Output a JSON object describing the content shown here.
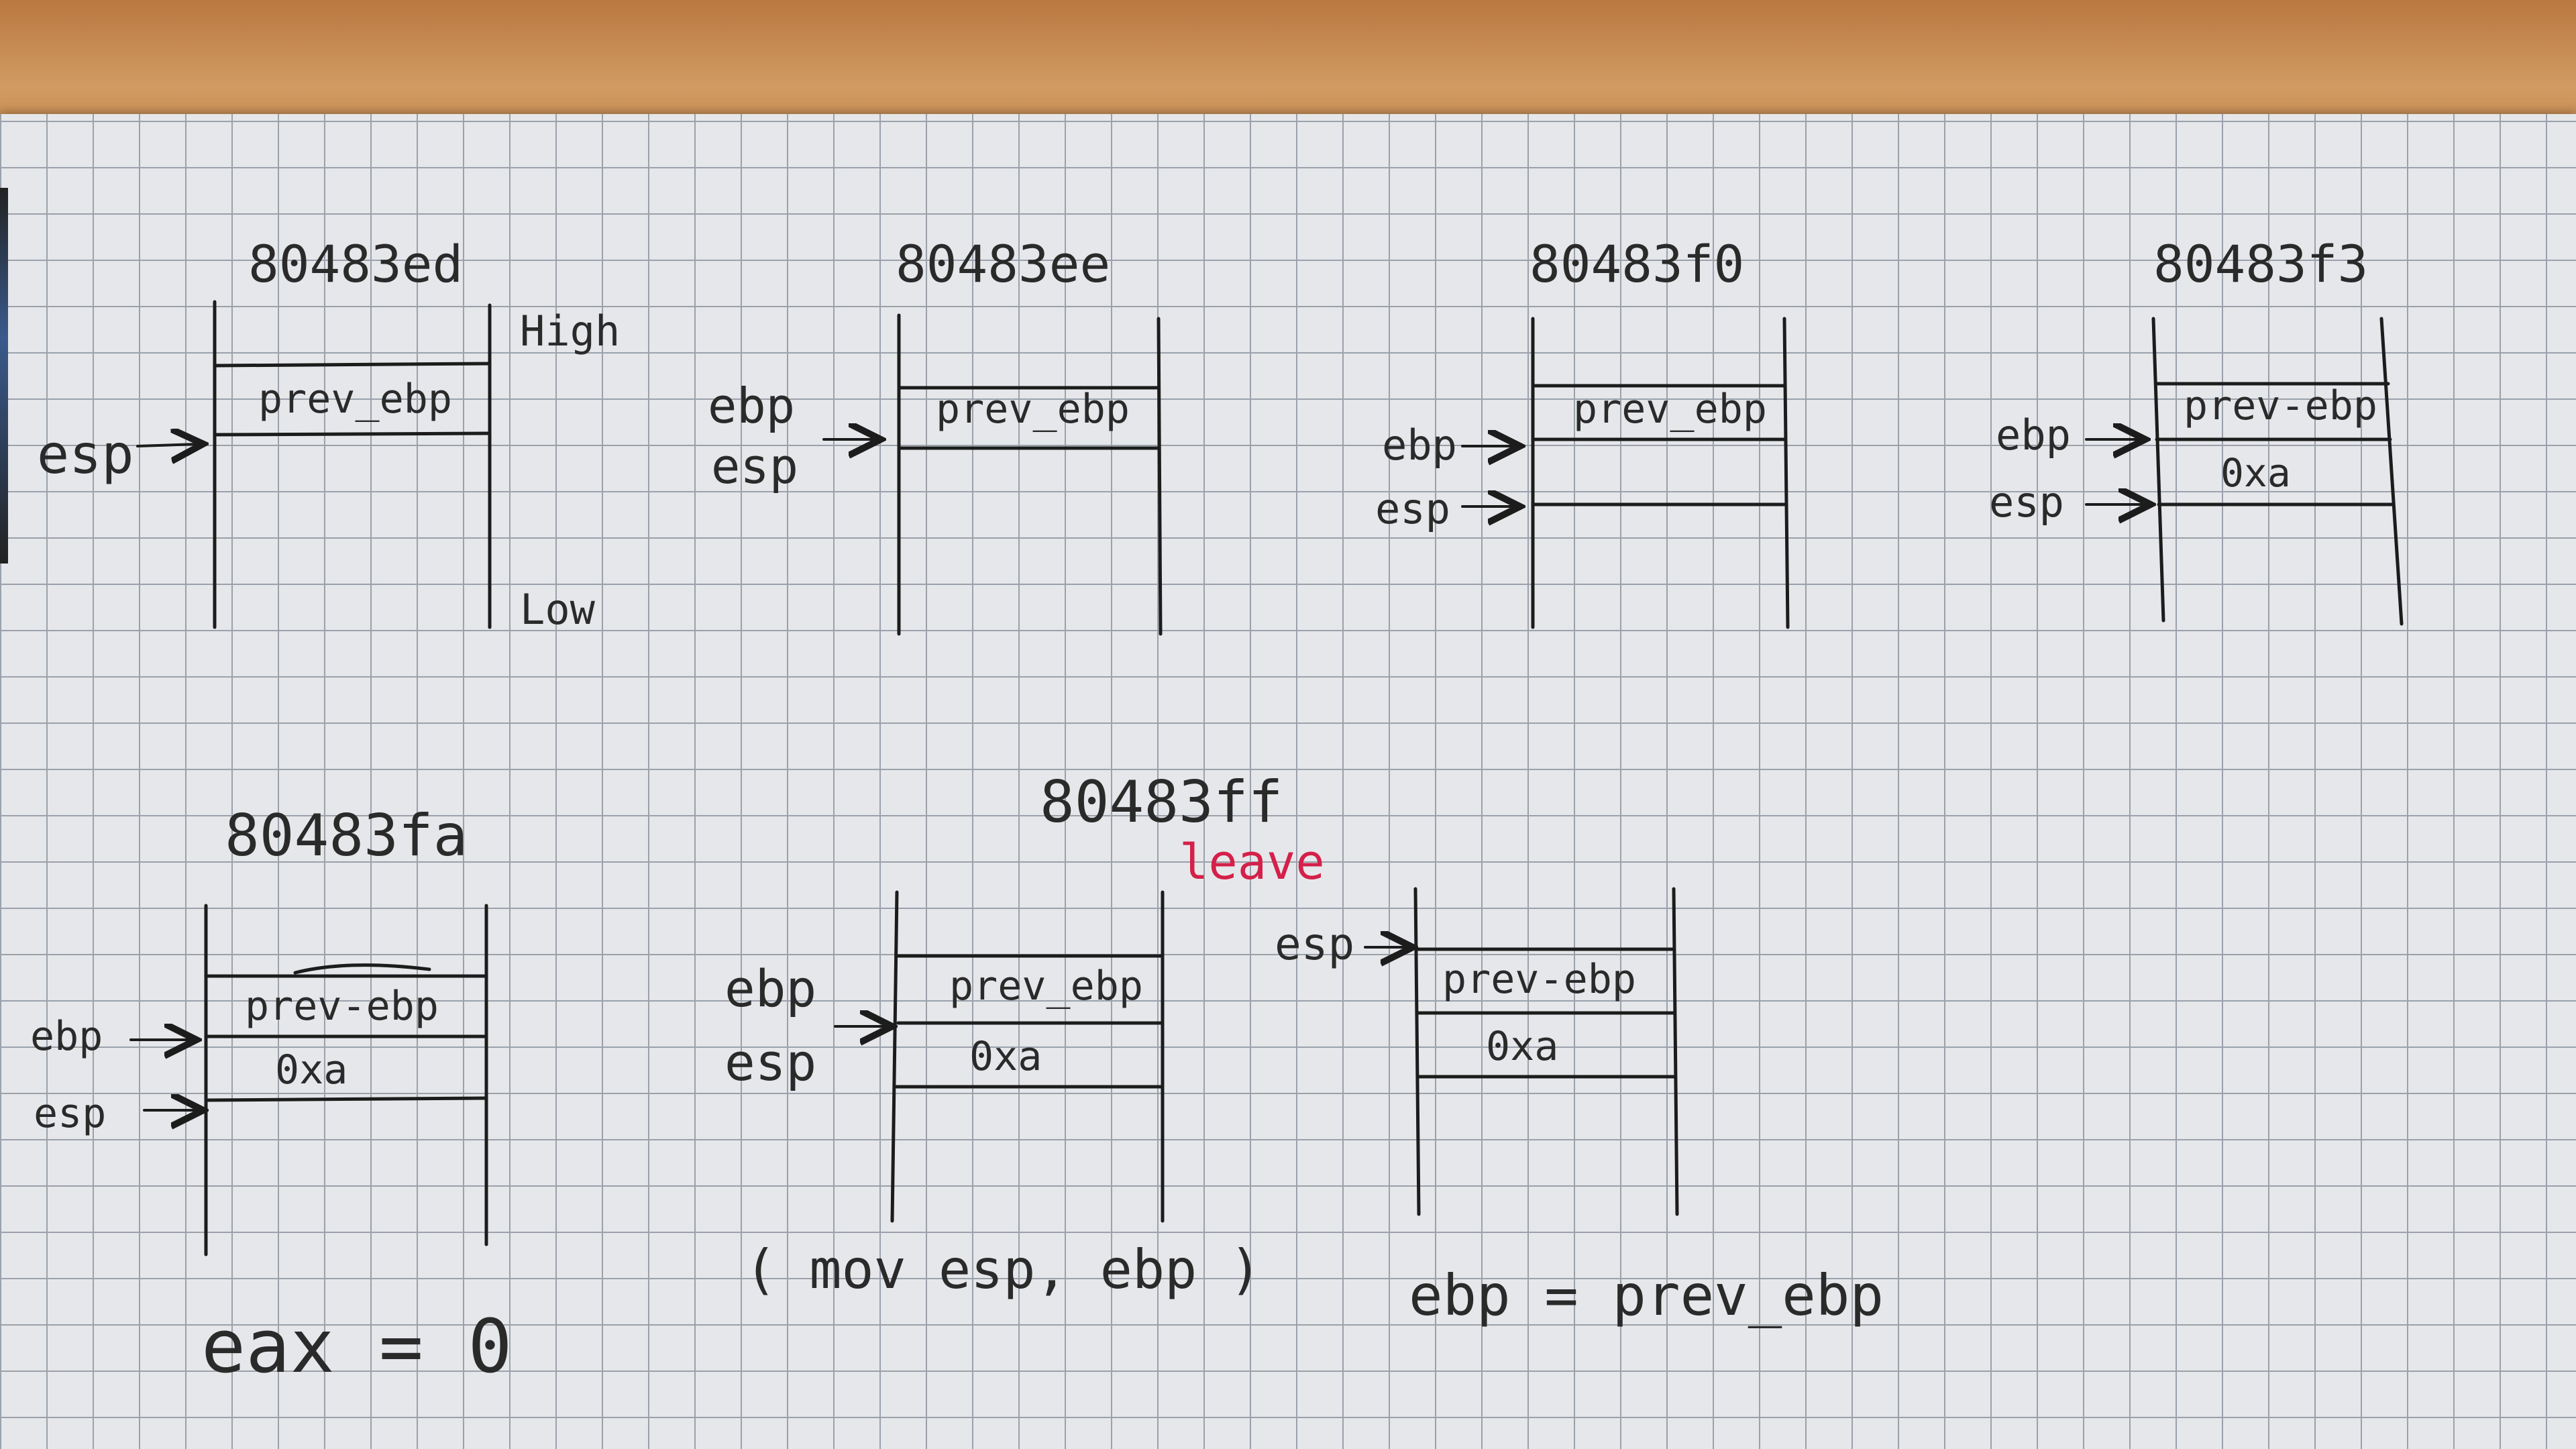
{
  "labels": {
    "high": "High",
    "low": "Low",
    "esp": "esp",
    "ebp": "ebp",
    "prev_ebp": "prev_ebp",
    "prev_ebp_alt": "prev-ebp",
    "oxa": "0xa"
  },
  "frames": [
    {
      "address": "80483ed"
    },
    {
      "address": "80483ee"
    },
    {
      "address": "80483f0"
    },
    {
      "address": "80483f3"
    },
    {
      "address": "80483fa"
    },
    {
      "address": "80483ff"
    }
  ],
  "notes": {
    "leave": "leave",
    "eax": "eax = 0",
    "mov": "( mov   esp, ebp )",
    "ebp_assign": "ebp = prev_ebp"
  },
  "colors": {
    "ink": "#1c1c1c",
    "red_ink": "#d4204a",
    "paper": "#e6e7ea",
    "grid": "#9aa1ab"
  }
}
